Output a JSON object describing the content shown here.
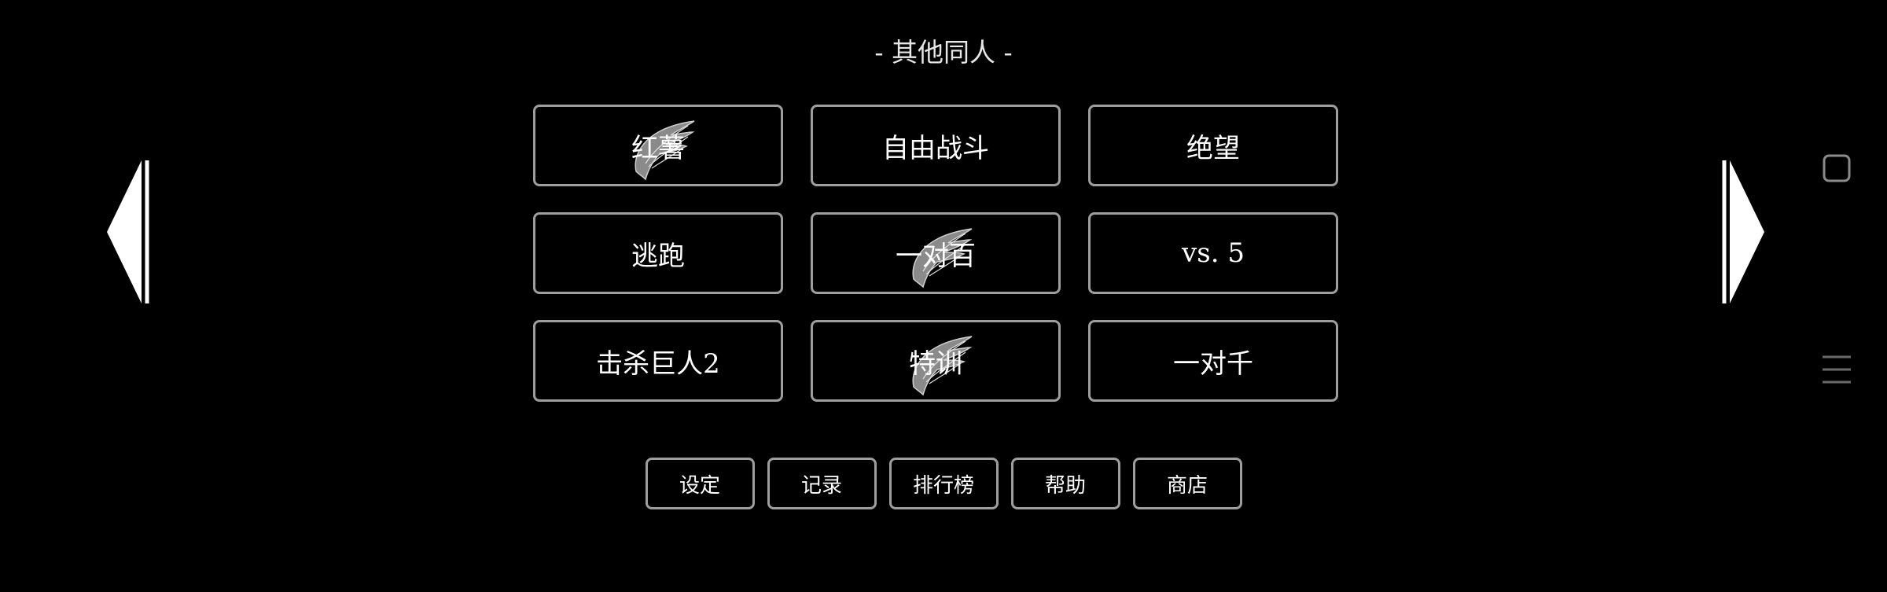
{
  "header": {
    "title": "- 其他同人 -"
  },
  "modes": [
    {
      "label": "红薯",
      "has_wings_icon": true
    },
    {
      "label": "自由战斗",
      "has_wings_icon": false
    },
    {
      "label": "绝望",
      "has_wings_icon": false
    },
    {
      "label": "逃跑",
      "has_wings_icon": false
    },
    {
      "label": "一对百",
      "has_wings_icon": true
    },
    {
      "label": "vs. 5",
      "has_wings_icon": false
    },
    {
      "label": "击杀巨人2",
      "has_wings_icon": false
    },
    {
      "label": "特训",
      "has_wings_icon": true
    },
    {
      "label": "一对千",
      "has_wings_icon": false
    }
  ],
  "bottom_menu": {
    "settings": "设定",
    "records": "记录",
    "leaderboard": "排行榜",
    "help": "帮助",
    "shop": "商店"
  },
  "navigation": {
    "prev_icon": "left-triangle-arrow",
    "next_icon": "right-triangle-arrow"
  },
  "side_controls": {
    "square_icon": "rounded-square-icon",
    "menu_icon": "hamburger-menu-icon"
  },
  "colors": {
    "background": "#000000",
    "border": "#9e9e9e",
    "text": "#ffffff",
    "emblem": "#8a8a8a"
  }
}
